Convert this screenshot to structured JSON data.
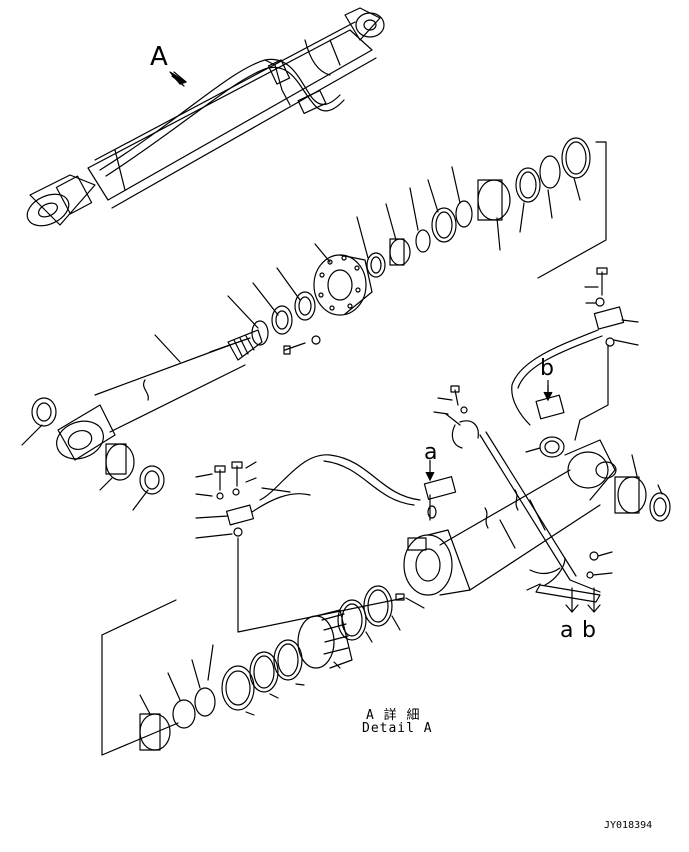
{
  "view": {
    "label_A": "A",
    "label_a_upper": "a",
    "label_b_upper": "b",
    "label_a_bottom": "a",
    "label_b_bottom": "b",
    "detail_jp": "A 詳 細",
    "detail_en": "Detail A",
    "drawing_code": "JY018394"
  }
}
